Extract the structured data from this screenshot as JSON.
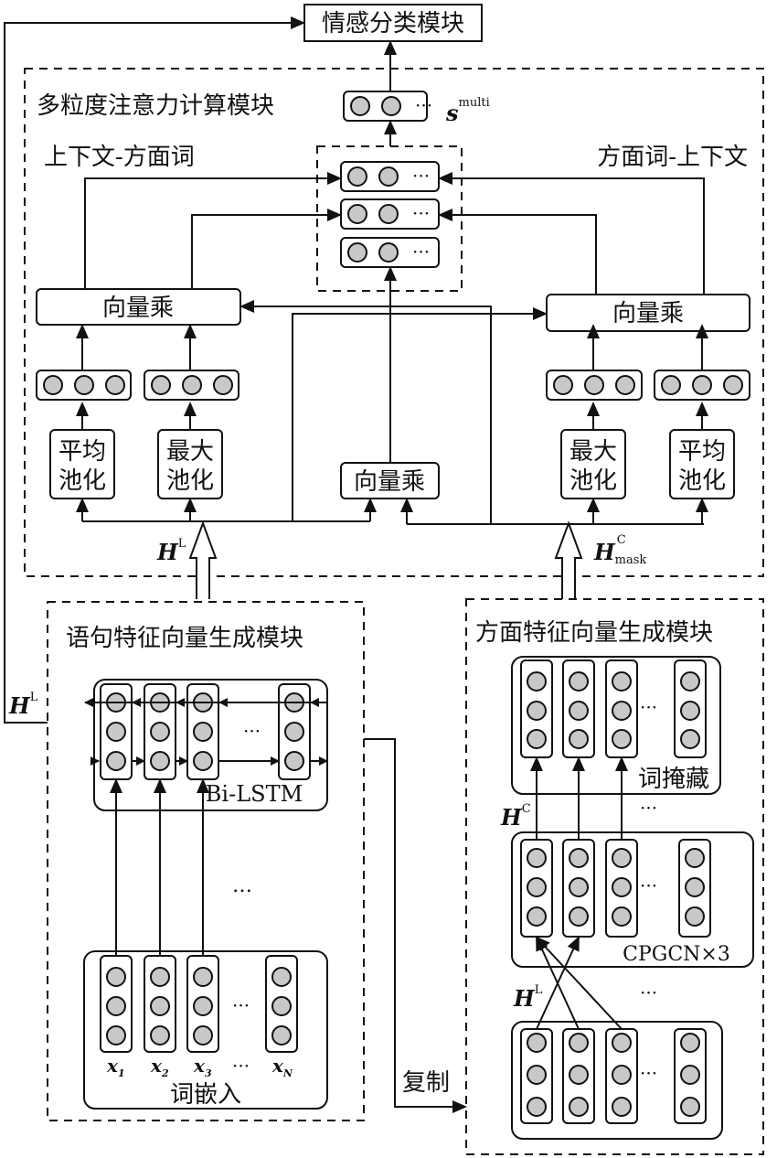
{
  "title": "情感分类模块",
  "attention_module": {
    "title": "多粒度注意力计算模块",
    "left_label": "上下文-方面词",
    "right_label": "方面词-上下文",
    "vector_mul": "向量乘",
    "avg_pool": [
      "平均",
      "池化"
    ],
    "max_pool": [
      "最大",
      "池化"
    ],
    "s_label": "s",
    "s_sup": "multi",
    "hl": "H",
    "hl_sup": "L",
    "hc": "H",
    "hc_sup": "C",
    "hc_sub": "mask"
  },
  "sentence_module": {
    "title": "语句特征向量生成模块",
    "bilstm": "Bi-LSTM",
    "embedding": "词嵌入",
    "x": [
      "x",
      "x",
      "x",
      "x"
    ],
    "x_sub": [
      "1",
      "2",
      "3",
      "N"
    ],
    "ellipsis": "…"
  },
  "aspect_module": {
    "title": "方面特征向量生成模块",
    "mask": "词掩藏",
    "cpgcn": "CPGCN×3",
    "hc": "H",
    "hc_sup": "C",
    "hl": "H",
    "hl_sup": "L"
  },
  "copy_label": "复制",
  "feedback": {
    "h": "H",
    "sup": "L"
  }
}
